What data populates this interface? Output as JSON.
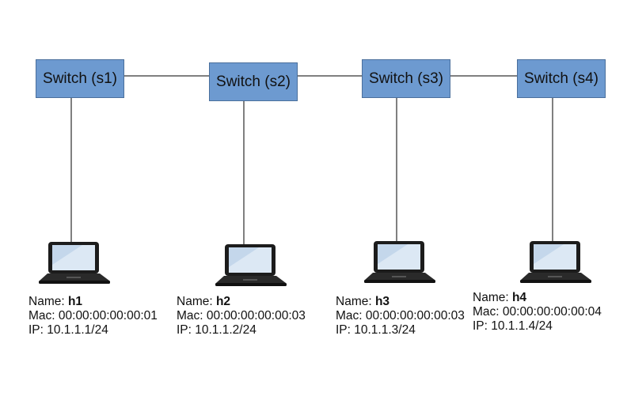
{
  "switches": [
    {
      "label": "Switch (s1)"
    },
    {
      "label": "Switch (s2)"
    },
    {
      "label": "Switch (s3)"
    },
    {
      "label": "Switch (s4)"
    }
  ],
  "hosts": [
    {
      "name_prefix": "Name: ",
      "name": "h1",
      "mac": "Mac: 00:00:00:00:00:01",
      "ip": "IP: 10.1.1.1/24",
      "icon": "laptop-icon"
    },
    {
      "name_prefix": "Name: ",
      "name": "h2",
      "mac": "Mac: 00:00:00:00:00:03",
      "ip": "IP: 10.1.1.2/24",
      "icon": "laptop-icon"
    },
    {
      "name_prefix": "Name: ",
      "name": "h3",
      "mac": "Mac: 00:00:00:00:00:03",
      "ip": "IP: 10.1.1.3/24",
      "icon": "laptop-icon"
    },
    {
      "name_prefix": "Name: ",
      "name": "h4",
      "mac": "Mac: 00:00:00:00:00:04",
      "ip": "IP: 10.1.1.4/24",
      "icon": "laptop-icon"
    }
  ],
  "colors": {
    "switch_fill": "#6d9ad0",
    "switch_border": "#4a6f9c",
    "link": "#000000"
  }
}
